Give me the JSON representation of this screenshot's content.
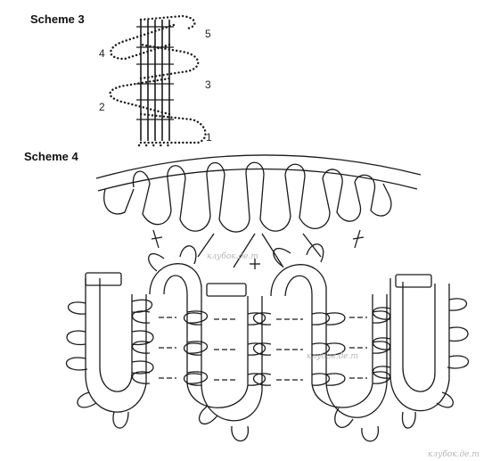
{
  "scheme3": {
    "title": "Scheme 3",
    "row_numbers": [
      "1",
      "2",
      "3",
      "4",
      "5"
    ]
  },
  "scheme4": {
    "title": "Scheme 4"
  },
  "colors": {
    "ink": "#1a1a1a",
    "watermark": "#b5b5b5"
  },
  "watermark_text": "клубок.де.т"
}
